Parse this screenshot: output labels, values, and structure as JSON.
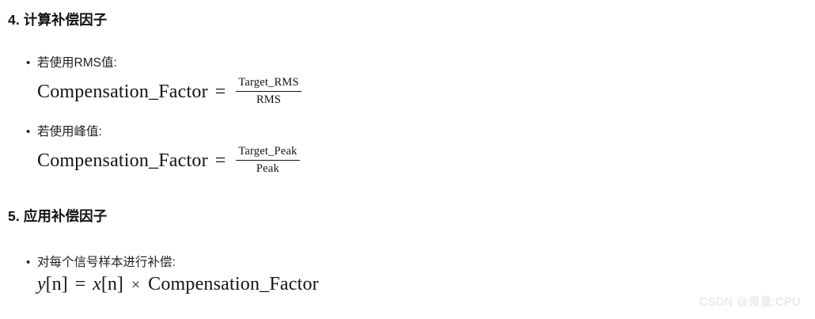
{
  "document": {
    "background_color": "#ffffff",
    "text_color": "#1a1a1a"
  },
  "sections": [
    {
      "heading": "4. 计算补偿因子",
      "bullets": [
        {
          "marker": "•",
          "label": "若使用RMS值:",
          "equation": {
            "lhs": "Compensation_Factor",
            "operator": "=",
            "fraction": {
              "numerator": "Target_RMS",
              "denominator": "RMS"
            }
          }
        },
        {
          "marker": "•",
          "label": "若使用峰值:",
          "equation": {
            "lhs": "Compensation_Factor",
            "operator": "=",
            "fraction": {
              "numerator": "Target_Peak",
              "denominator": "Peak"
            }
          }
        }
      ]
    },
    {
      "heading": "5. 应用补偿因子",
      "bullets": [
        {
          "marker": "•",
          "label": "对每个信号样本进行补偿:",
          "equation": {
            "y_var": "y",
            "y_index": "[n]",
            "operator": "=",
            "x_var": "x",
            "x_index": "[n]",
            "times": "×",
            "rhs": "Compensation_Factor"
          }
        }
      ]
    }
  ],
  "watermark": {
    "text": "CSDN @傻童:CPU",
    "color": "#e2e2e2"
  }
}
